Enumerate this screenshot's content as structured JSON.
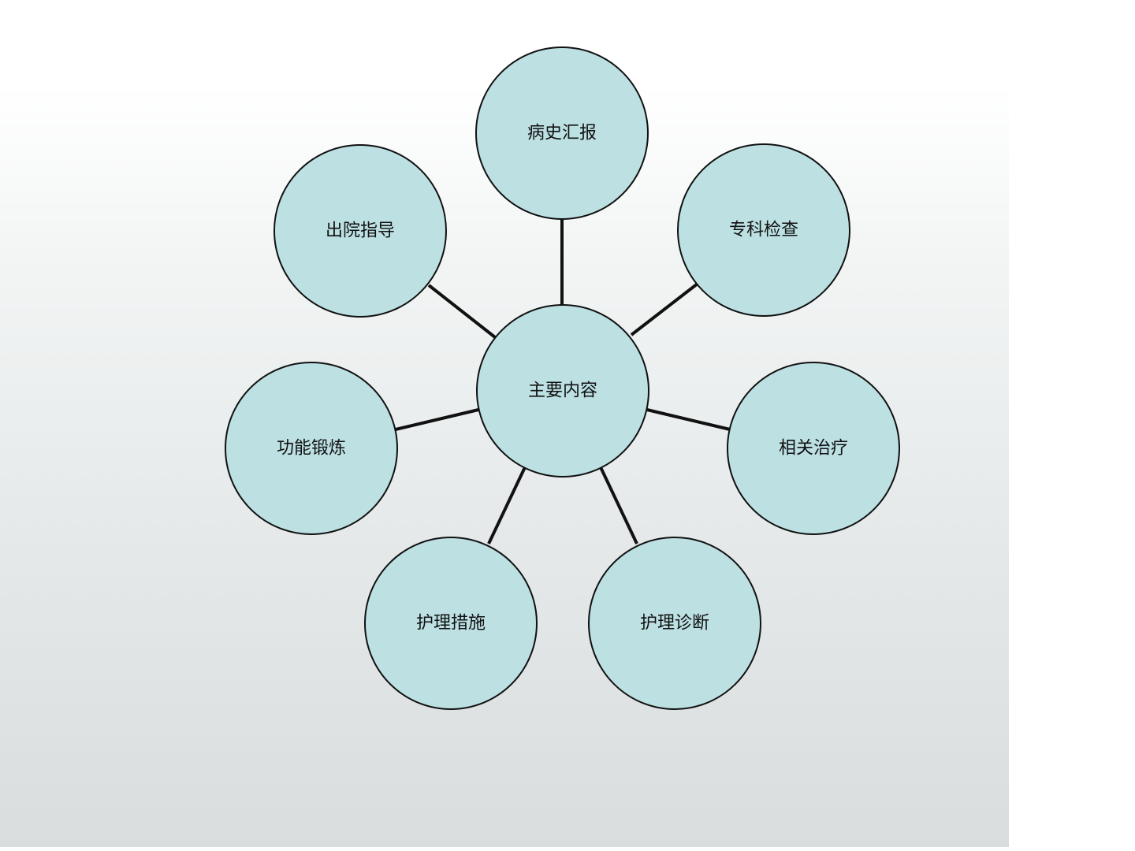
{
  "diagram": {
    "center": {
      "label": "主要内容"
    },
    "nodes": [
      {
        "id": "history",
        "label": "病史汇报"
      },
      {
        "id": "specialist",
        "label": "专科检查"
      },
      {
        "id": "treatment",
        "label": "相关治疗"
      },
      {
        "id": "diagnosis",
        "label": "护理诊断"
      },
      {
        "id": "measures",
        "label": "护理措施"
      },
      {
        "id": "exercise",
        "label": "功能锻炼"
      },
      {
        "id": "discharge",
        "label": "出院指导"
      }
    ],
    "colors": {
      "node_fill": "#bde0e3",
      "stroke": "#111111"
    }
  }
}
